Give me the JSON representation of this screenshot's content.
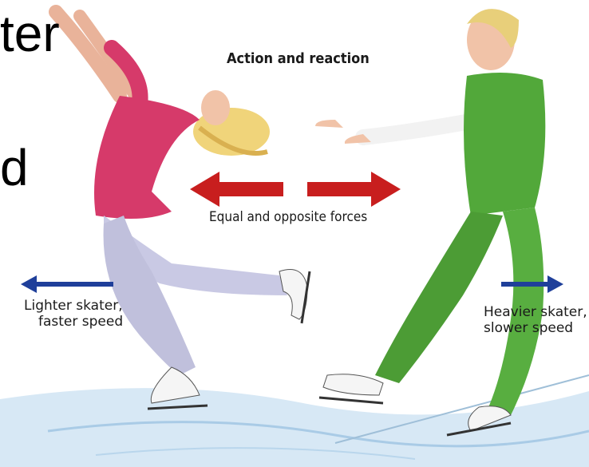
{
  "slide": {
    "text_fragment_1": "ter",
    "text_fragment_2": "d"
  },
  "diagram": {
    "title": "Action and reaction",
    "center_label": "Equal and opposite forces",
    "left_label_line1": "Lighter skater,",
    "left_label_line2": "faster speed",
    "right_label_line1": "Heavier skater,",
    "right_label_line2": "slower speed"
  },
  "colors": {
    "force_arrow": "#c81e1e",
    "velocity_arrow": "#1f3f9a",
    "female_dress": "#d63a6a",
    "female_tights": "#c9c9e4",
    "male_suit": "#52a83a",
    "ice": "#cfe3f2"
  }
}
